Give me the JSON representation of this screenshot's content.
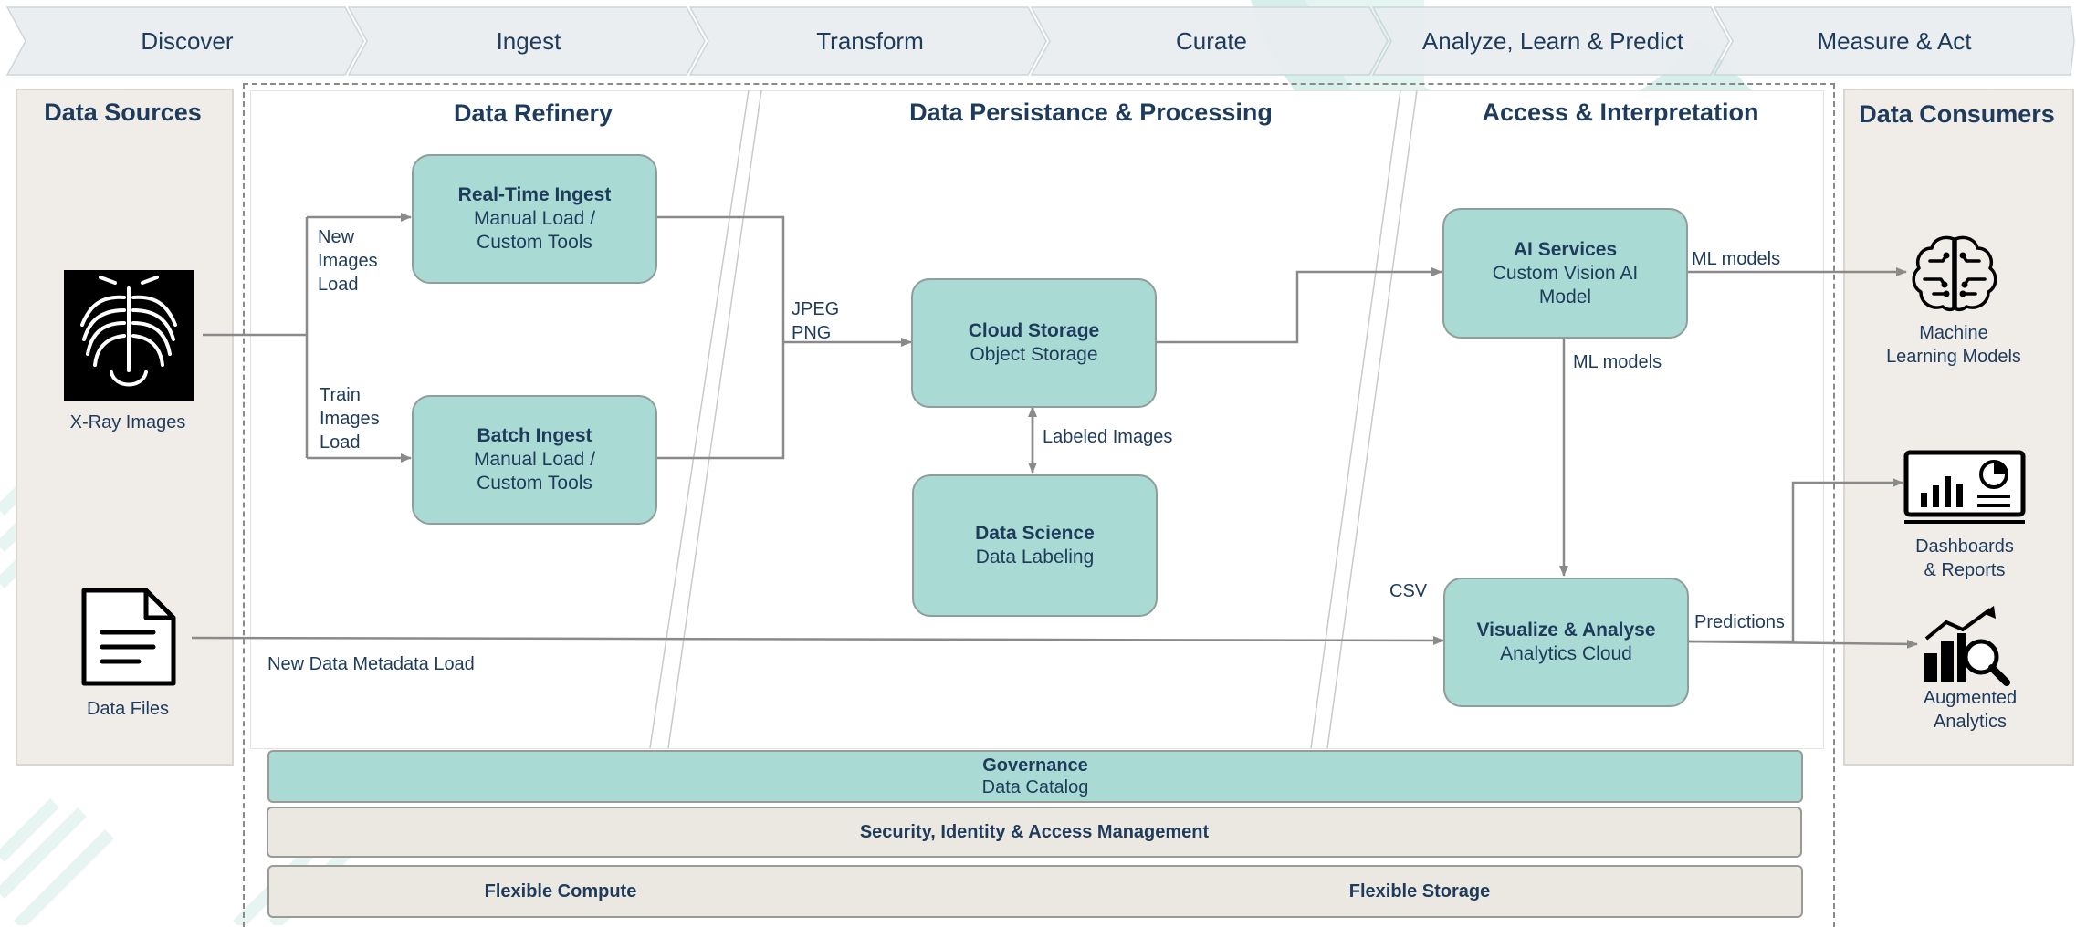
{
  "stages": [
    "Discover",
    "Ingest",
    "Transform",
    "Curate",
    "Analyze, Learn & Predict",
    "Measure & Act"
  ],
  "panels": {
    "sources": "Data Sources",
    "refinery": "Data Refinery",
    "persistence": "Data Persistance & Processing",
    "access": "Access & Interpretation",
    "consumers": "Data Consumers"
  },
  "sources": {
    "xray": "X-Ray Images",
    "files": "Data Files"
  },
  "boxes": {
    "realtime": {
      "title": "Real-Time Ingest",
      "line1": "Manual Load /",
      "line2": "Custom Tools"
    },
    "batch": {
      "title": "Batch Ingest",
      "line1": "Manual Load /",
      "line2": "Custom Tools"
    },
    "cloud": {
      "title": "Cloud Storage",
      "line1": "Object Storage"
    },
    "science": {
      "title": "Data Science",
      "line1": "Data Labeling"
    },
    "ai": {
      "title": "AI Services",
      "line1": "Custom Vision AI",
      "line2": "Model"
    },
    "viz": {
      "title": "Visualize & Analyse",
      "line1": "Analytics Cloud"
    }
  },
  "edge_labels": {
    "new_images": [
      "New",
      "Images",
      "Load"
    ],
    "train_images": [
      "Train",
      "Images",
      "Load"
    ],
    "formats": [
      "JPEG",
      "PNG"
    ],
    "labeled": "Labeled Images",
    "ml_models_right": "ML models",
    "ml_models_down": "ML models",
    "csv": "CSV",
    "predictions": "Predictions",
    "metadata": "New Data Metadata Load"
  },
  "consumers": {
    "ml": [
      "Machine",
      "Learning Models"
    ],
    "dash": [
      "Dashboards",
      "& Reports"
    ],
    "aug": [
      "Augmented",
      "Analytics"
    ]
  },
  "bars": {
    "gov_title": "Governance",
    "gov_sub": "Data Catalog",
    "security": "Security, Identity & Access Management",
    "compute": "Flexible Compute",
    "storage": "Flexible Storage"
  },
  "colors": {
    "box_fill": "#a9dbd4",
    "text": "#1f3b5c",
    "panel": "#f0ede9",
    "chevron": "#e9eef0",
    "arrow": "#8a8a8a"
  }
}
